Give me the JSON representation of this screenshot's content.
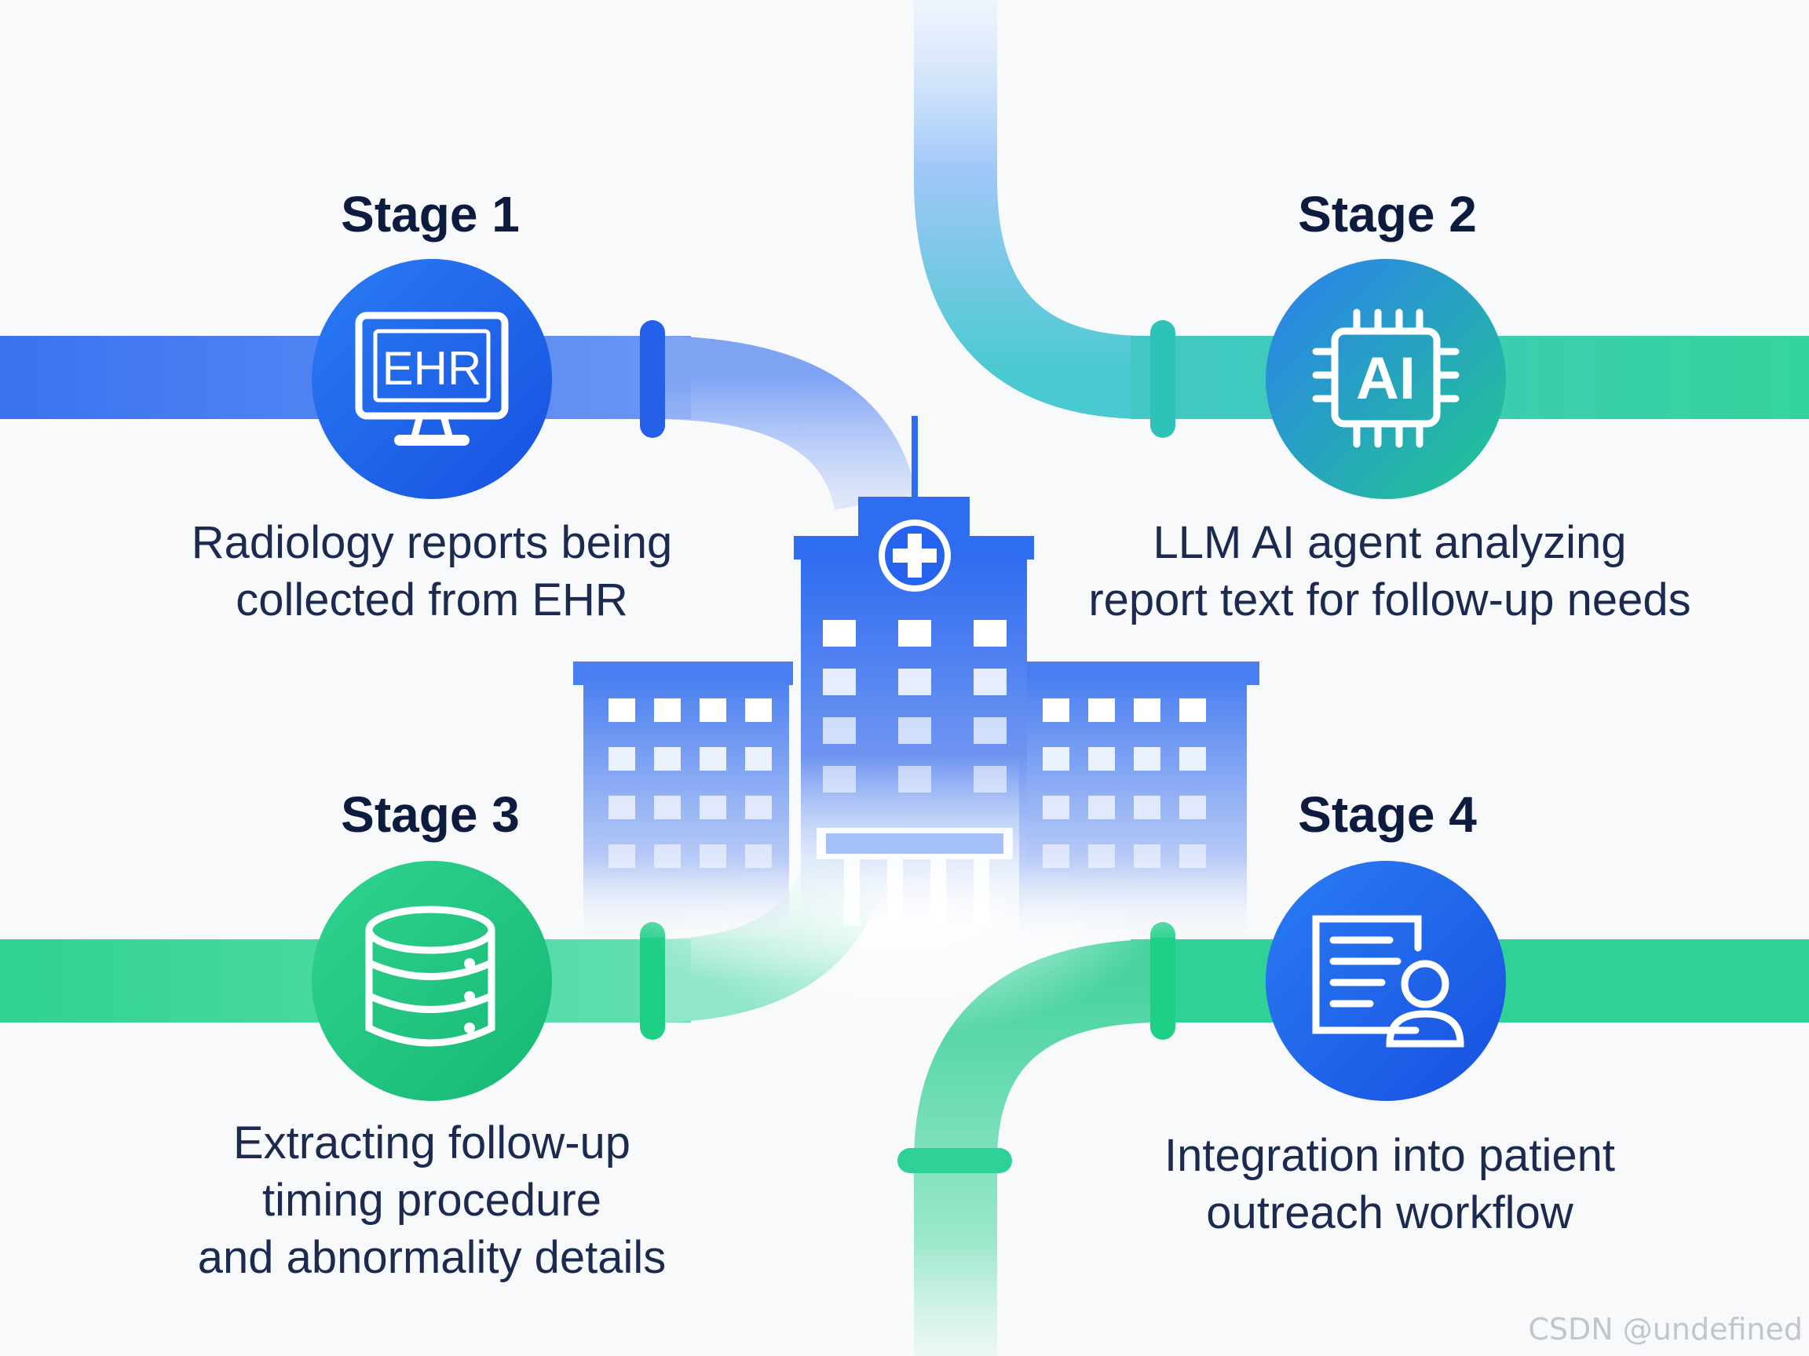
{
  "stages": [
    {
      "title": "Stage 1",
      "description": "Radiology reports being\ncollected from EHR",
      "icon": "ehr-monitor-icon",
      "icon_text": "EHR"
    },
    {
      "title": "Stage 2",
      "description": "LLM AI agent analyzing\nreport text for follow-up needs",
      "icon": "ai-chip-icon",
      "icon_text": "AI"
    },
    {
      "title": "Stage 3",
      "description": "Extracting follow-up\ntiming procedure\nand abnormality details",
      "icon": "database-icon"
    },
    {
      "title": "Stage 4",
      "description": "Integration into patient\noutreach workflow",
      "icon": "patient-document-icon"
    }
  ],
  "center_icon": "hospital-building-icon",
  "watermark": "CSDN @undefined",
  "colors": {
    "blue": "#2f6df2",
    "green": "#27cf86",
    "teal": "#2ec4b6",
    "title": "#0d1b3e",
    "text": "#1b2a4e",
    "background": "#f7f9fb"
  }
}
